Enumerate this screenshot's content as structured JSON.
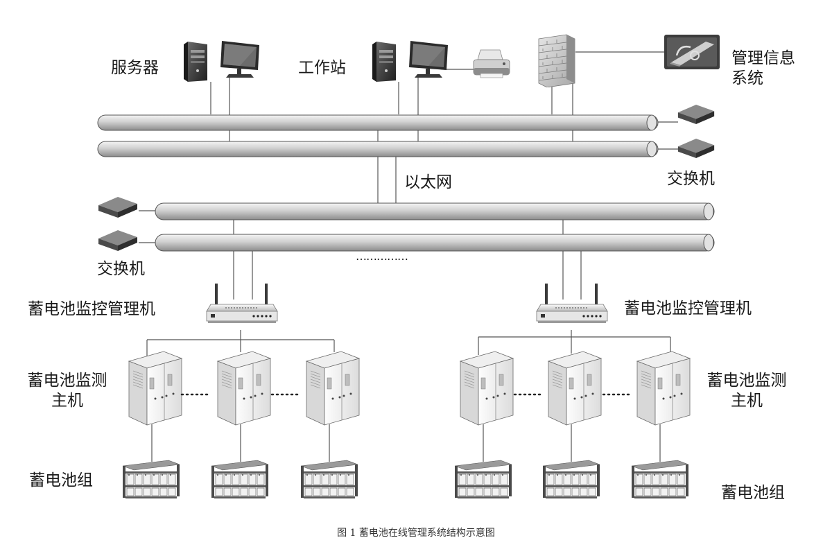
{
  "labels": {
    "server": "服务器",
    "workstation": "工作站",
    "mis_line1": "管理信息",
    "mis_line2": "系统",
    "ethernet": "以太网",
    "switch_right": "交换机",
    "switch_left": "交换机",
    "monitor_left": "蓄电池监控管理机",
    "monitor_right": "蓄电池监控管理机",
    "host_left_line1": "蓄电池监测",
    "host_left_line2": "主机",
    "host_right_line1": "蓄电池监测",
    "host_right_line2": "主机",
    "pack_left": "蓄电池组",
    "pack_right": "蓄电池组",
    "ellipsis_mid": "……………",
    "caption": "图 1 蓄电池在线管理系统结构示意图"
  }
}
